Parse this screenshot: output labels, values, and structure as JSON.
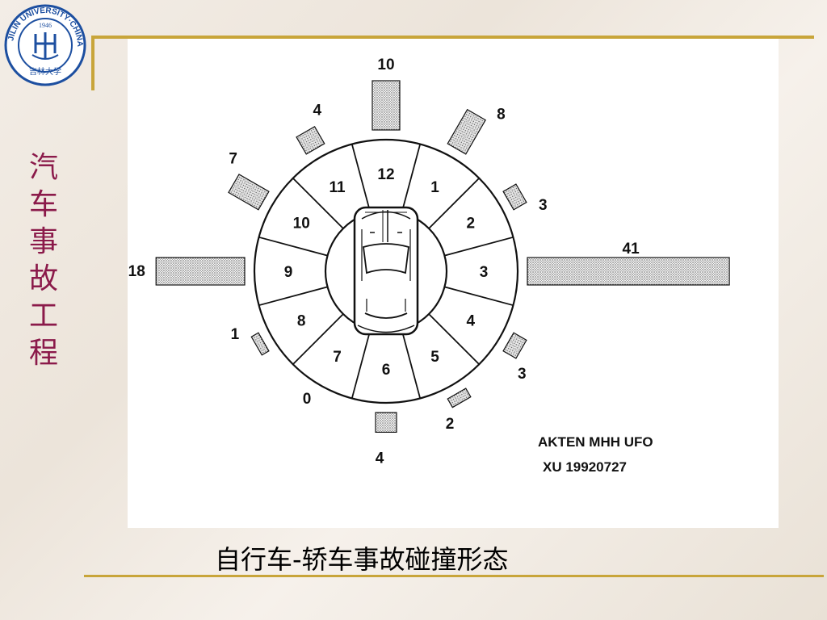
{
  "logo": {
    "text_ring": "JILIN UNIVERSITY·CHINA",
    "year": "1946",
    "script": "吉林大学"
  },
  "side_title": [
    "汽",
    "车",
    "事",
    "故",
    "工",
    "程"
  ],
  "diagram": {
    "sectors": [
      "12",
      "1",
      "2",
      "3",
      "4",
      "5",
      "6",
      "7",
      "8",
      "9",
      "10",
      "11"
    ],
    "outer_counts": [
      {
        "value": "10",
        "sector": "12"
      },
      {
        "value": "8",
        "sector": "1"
      },
      {
        "value": "3",
        "sector": "2"
      },
      {
        "value": "41",
        "sector": "3"
      },
      {
        "value": "3",
        "sector": "4"
      },
      {
        "value": "2",
        "sector": "5"
      },
      {
        "value": "4",
        "sector": "6"
      },
      {
        "value": "0",
        "sector": "7"
      },
      {
        "value": "1",
        "sector": "8"
      },
      {
        "value": "18",
        "sector": "9"
      },
      {
        "value": "7",
        "sector": "10"
      },
      {
        "value": "4",
        "sector": "11"
      }
    ],
    "source_line1": "AKTEN MHH UFO",
    "source_line2": "XU 19920727"
  },
  "caption": "自行车-轿车事故碰撞形态",
  "colors": {
    "gold": "#c8a53a",
    "title": "#8b1a4a",
    "logo_blue": "#1d4fa0",
    "bar_fill": "#d9d9d9"
  }
}
